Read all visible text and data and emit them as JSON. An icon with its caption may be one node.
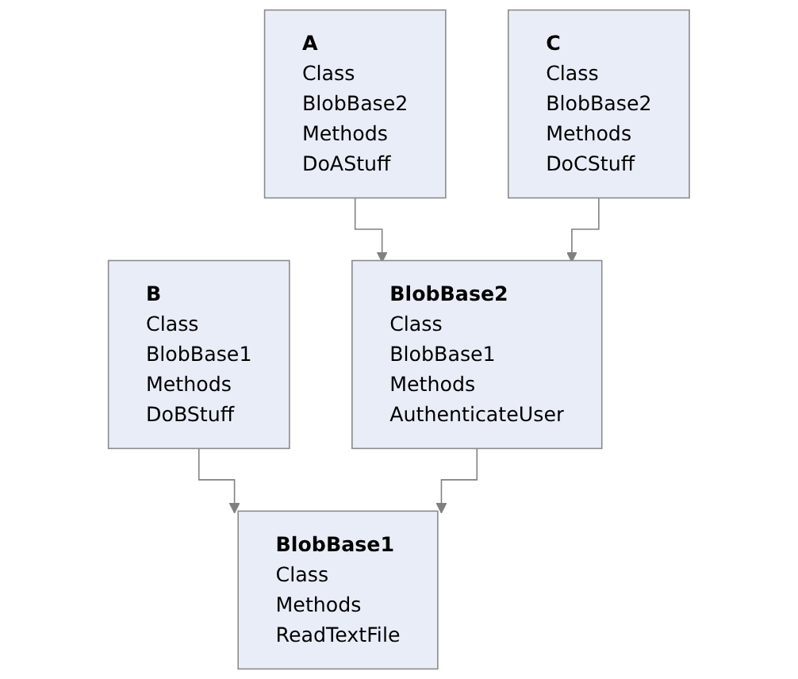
{
  "diagram": {
    "nodes": [
      {
        "text": [
          "A",
          "Class",
          "BlobBase2",
          "Methods",
          "DoAStuff"
        ]
      },
      {
        "text": [
          "C",
          "Class",
          "BlobBase2",
          "Methods",
          "DoCStuff"
        ]
      },
      {
        "text": [
          "B",
          "Class",
          "BlobBase1",
          "Methods",
          "DoBStuff"
        ]
      },
      {
        "text": [
          "BlobBase2",
          "Class",
          "BlobBase1",
          "Methods",
          "AuthenticateUser"
        ]
      },
      {
        "text": [
          "BlobBase1",
          "Class",
          "Methods",
          "ReadTextFile"
        ]
      }
    ],
    "edges": [
      {
        "from": 0,
        "to": 3,
        "arrow": "to"
      },
      {
        "from": 1,
        "to": 3,
        "arrow": "to"
      },
      {
        "from": 2,
        "to": 4,
        "arrow": "to"
      },
      {
        "from": 3,
        "to": 4,
        "arrow": "to"
      }
    ]
  }
}
